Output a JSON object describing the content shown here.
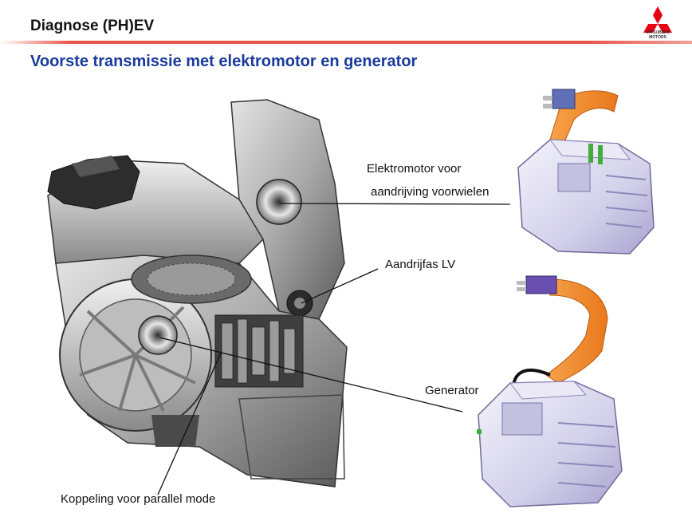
{
  "header": {
    "title": "Diagnose (PH)EV",
    "logo_text_line1": "MITSUBISHI",
    "logo_text_line2": "MOTORS"
  },
  "slide": {
    "subtitle": "Voorste transmissie met elektromotor en generator"
  },
  "labels": {
    "motor_line1": "Elektromotor voor",
    "motor_line2": "aandrijving voorwielen",
    "driveshaft": "Aandrijfas LV",
    "generator": "Generator",
    "clutch": "Koppeling voor parallel mode"
  },
  "colors": {
    "brand_red": "#e60012",
    "title_blue": "#1a3a9c",
    "accent_rule": "#e8564c",
    "cable_orange": "#f08a2a"
  }
}
